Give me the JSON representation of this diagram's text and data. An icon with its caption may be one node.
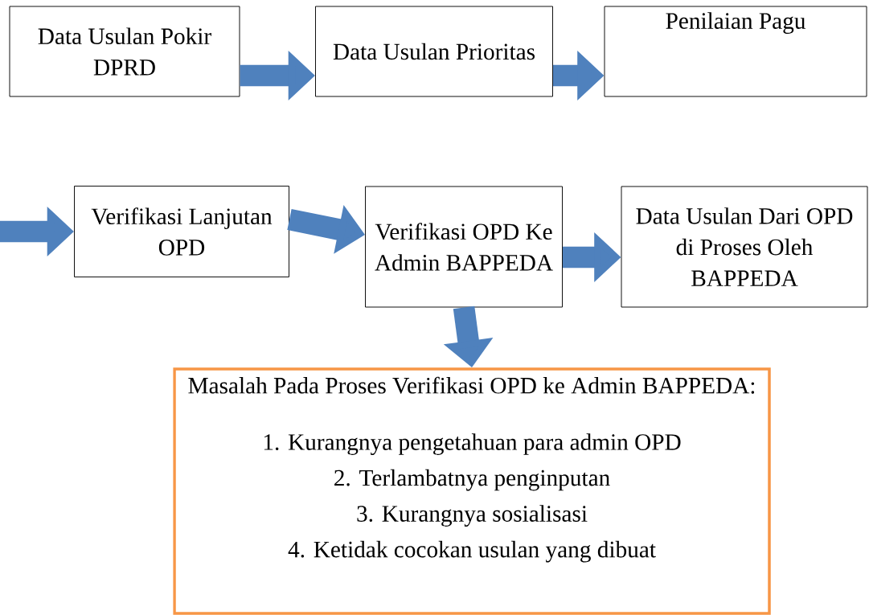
{
  "diagram": {
    "nodes": [
      {
        "text": [
          "Data Usulan Pokir DPRD"
        ]
      },
      {
        "text": [
          "Data Usulan Prioritas"
        ]
      },
      {
        "text": [
          "Penilaian Pagu"
        ]
      },
      {
        "text": [
          "Verifikasi Lanjutan OPD"
        ]
      },
      {
        "text": [
          "Verifikasi OPD Ke Admin BAPPEDA"
        ]
      },
      {
        "text": [
          "Data Usulan Dari OPD di Proses Oleh BAPPEDA"
        ]
      },
      {
        "text": [
          "Masalah Pada Proses Verifikasi OPD ke Admin BAPPEDA:",
          "1. Kurangnya pengetahuan para admin OPD",
          "2. Terlambatnya penginputan",
          "3. Kurangnya sosialisasi",
          "4. Ketidak cocokan usulan yang dibuat"
        ]
      }
    ],
    "edges": [
      {
        "from": 0,
        "to": 1,
        "arrow": "to"
      },
      {
        "from": 1,
        "to": 2,
        "arrow": "to"
      },
      {
        "from": null,
        "to": 3,
        "arrow": "to"
      },
      {
        "from": 3,
        "to": 4,
        "arrow": "to"
      },
      {
        "from": 4,
        "to": 5,
        "arrow": "to"
      },
      {
        "from": 4,
        "to": 6,
        "arrow": "to"
      }
    ]
  }
}
